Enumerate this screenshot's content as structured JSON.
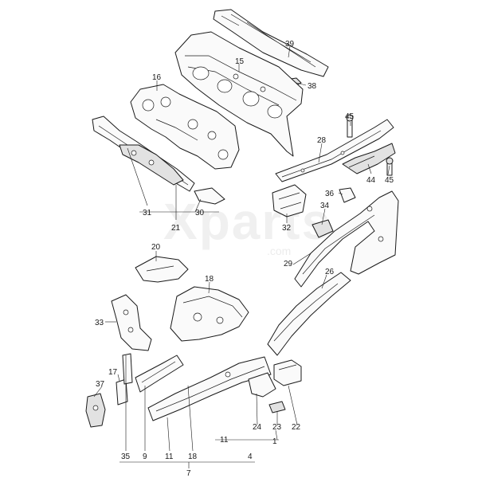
{
  "watermark": {
    "brand": "Xparts",
    "domain": ".com"
  },
  "callouts": {
    "c39": "39",
    "c15": "15",
    "c38": "38",
    "c16": "16",
    "c45a": "45",
    "c45b": "45",
    "c28": "28",
    "c44": "44",
    "c36": "36",
    "c34": "34",
    "c32": "32",
    "c31": "31",
    "c30": "30",
    "c21": "21",
    "c20": "20",
    "c29": "29",
    "c26": "26",
    "c18a": "18",
    "c33": "33",
    "c17": "17",
    "c37": "37",
    "c24": "24",
    "c23": "23",
    "c22": "22",
    "c11a": "11",
    "c1": "1",
    "c35": "35",
    "c9": "9",
    "c11b": "11",
    "c18b": "18",
    "c4": "4",
    "c7": "7"
  }
}
